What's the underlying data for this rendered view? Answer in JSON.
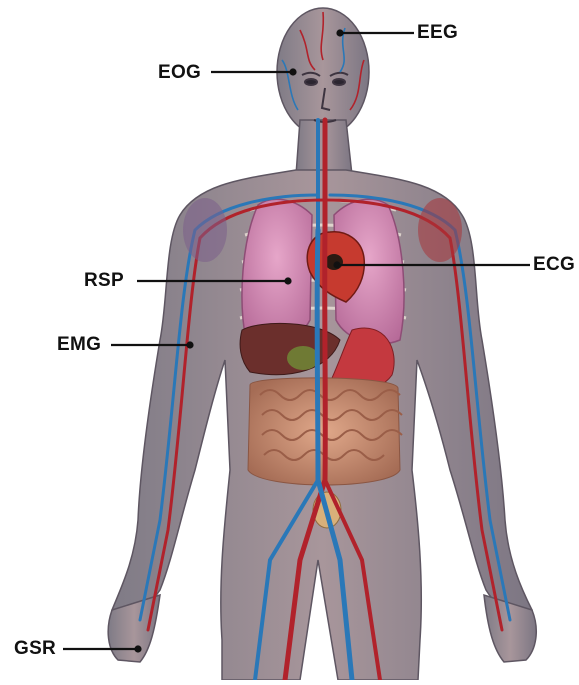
{
  "labels": {
    "eeg": "EEG",
    "eog": "EOG",
    "ecg": "ECG",
    "rsp": "RSP",
    "emg": "EMG",
    "gsr": "GSR"
  },
  "colors": {
    "skin": "#9a8f97",
    "artery": "#b1222b",
    "vein": "#2a78b8",
    "lung": "#d98ab6",
    "liver": "#6b2f2c",
    "intestine": "#c98f73",
    "leader_line": "#111111"
  }
}
